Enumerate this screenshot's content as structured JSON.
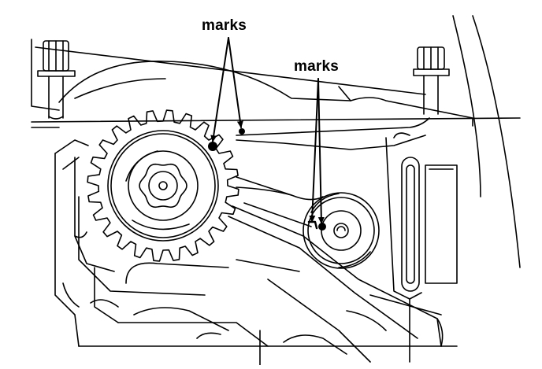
{
  "callouts": [
    {
      "id": "camshaft",
      "label": "marks"
    },
    {
      "id": "balancer",
      "label": "marks"
    }
  ],
  "colors": {
    "line": "#000000",
    "background": "#ffffff"
  },
  "icons": {
    "drive_gear": "gear-icon",
    "alignment_mark": "dot-icon"
  }
}
